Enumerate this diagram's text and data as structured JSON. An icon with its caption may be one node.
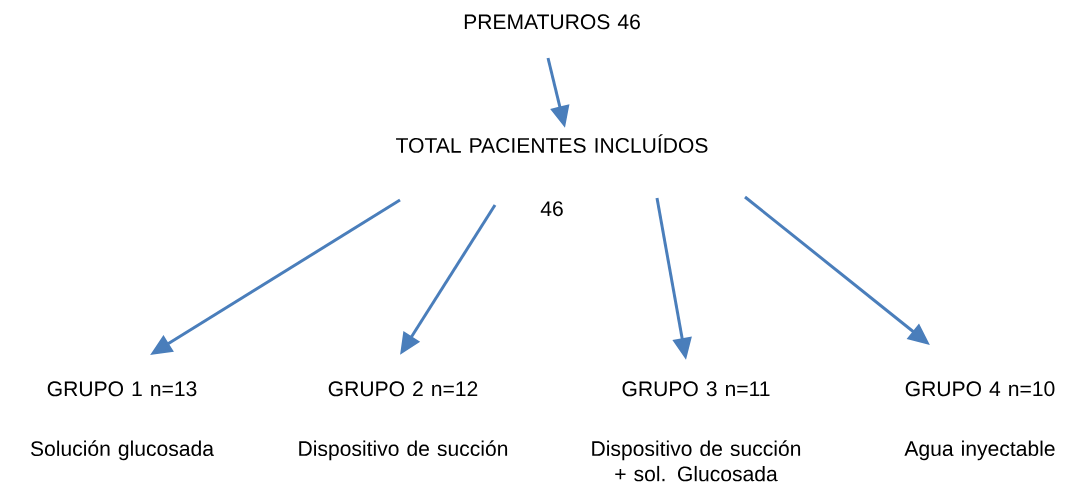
{
  "diagram": {
    "nodes": [
      {
        "text": [
          "PREMATUROS 46"
        ]
      },
      {
        "text": [
          "TOTAL PACIENTES INCLUÍDOS",
          "46"
        ]
      },
      {
        "text": [
          "GRUPO 1 n=13",
          "Solución glucosada"
        ]
      },
      {
        "text": [
          "GRUPO 2 n=12",
          "Dispositivo de succión"
        ]
      },
      {
        "text": [
          "GRUPO 3 n=11",
          "Dispositivo de succión + sol. Glucosada"
        ]
      },
      {
        "text": [
          "GRUPO 4 n=10",
          "Agua inyectable"
        ]
      }
    ],
    "edges": [
      {
        "from": 0,
        "to": 1,
        "arrow": "to"
      },
      {
        "from": 1,
        "to": 2,
        "arrow": "to"
      },
      {
        "from": 1,
        "to": 3,
        "arrow": "to"
      },
      {
        "from": 1,
        "to": 4,
        "arrow": "to"
      },
      {
        "from": 1,
        "to": 5,
        "arrow": "to"
      }
    ]
  }
}
